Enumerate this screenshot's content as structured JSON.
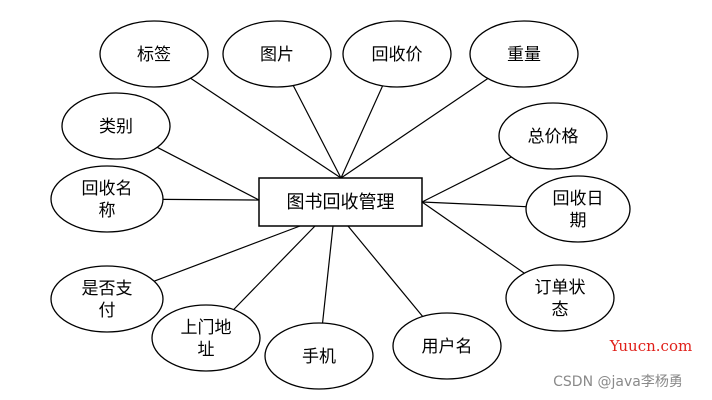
{
  "entity": {
    "label": "图书回收管理"
  },
  "attributes": [
    {
      "id": "biaoqian",
      "lines": [
        "标签"
      ]
    },
    {
      "id": "tupian",
      "lines": [
        "图片"
      ]
    },
    {
      "id": "huishoujia",
      "lines": [
        "回收价"
      ]
    },
    {
      "id": "zhongliang",
      "lines": [
        "重量"
      ]
    },
    {
      "id": "leibie",
      "lines": [
        "类别"
      ]
    },
    {
      "id": "zongjiage",
      "lines": [
        "总价格"
      ]
    },
    {
      "id": "huishoumingcheng",
      "lines": [
        "回收名",
        "称"
      ]
    },
    {
      "id": "huishouriqi",
      "lines": [
        "回收日",
        "期"
      ]
    },
    {
      "id": "shifouzhifu",
      "lines": [
        "是否支",
        "付"
      ]
    },
    {
      "id": "dingdanzhuangtai",
      "lines": [
        "订单状",
        "态"
      ]
    },
    {
      "id": "shangmendizhi",
      "lines": [
        "上门地",
        "址"
      ]
    },
    {
      "id": "shouji",
      "lines": [
        "手机"
      ]
    },
    {
      "id": "yonghuming",
      "lines": [
        "用户名"
      ]
    }
  ],
  "colors": {
    "stroke": "#000000",
    "site_watermark": "#e0201a",
    "csdn_watermark": "#8a8a8a"
  },
  "watermarks": {
    "site": "Yuucn.com",
    "csdn": "CSDN @java李杨勇"
  }
}
